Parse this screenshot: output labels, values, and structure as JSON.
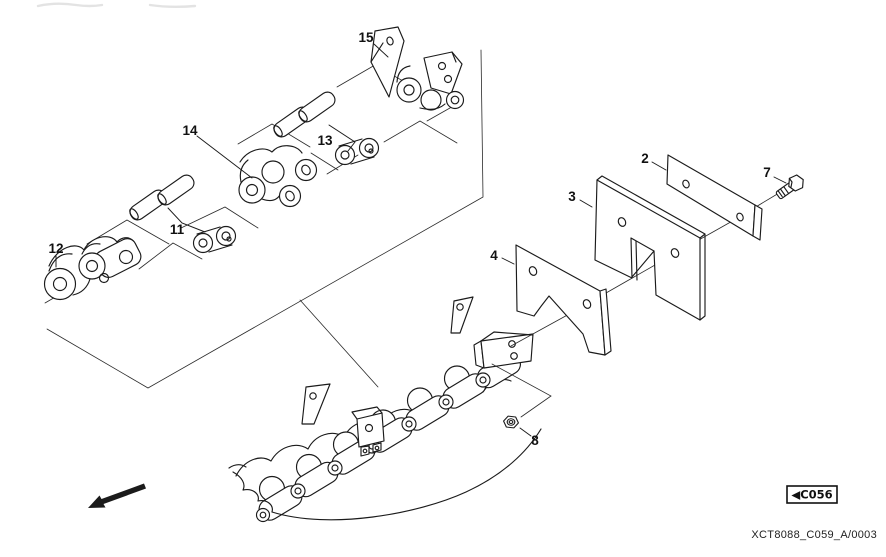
{
  "figure": {
    "part_labels": {
      "p2": "2",
      "p3": "3",
      "p4": "4",
      "p7": "7",
      "p8": "8",
      "p11": "11",
      "p12": "12",
      "p13": "13",
      "p14": "14",
      "p15": "15"
    },
    "figure_ref": {
      "arrow": "◀",
      "code": "C056"
    },
    "footer_code": "XCT8088_C059_A/0003",
    "colors": {
      "line": "#1b1b1b",
      "paper": "#ffffff"
    }
  }
}
